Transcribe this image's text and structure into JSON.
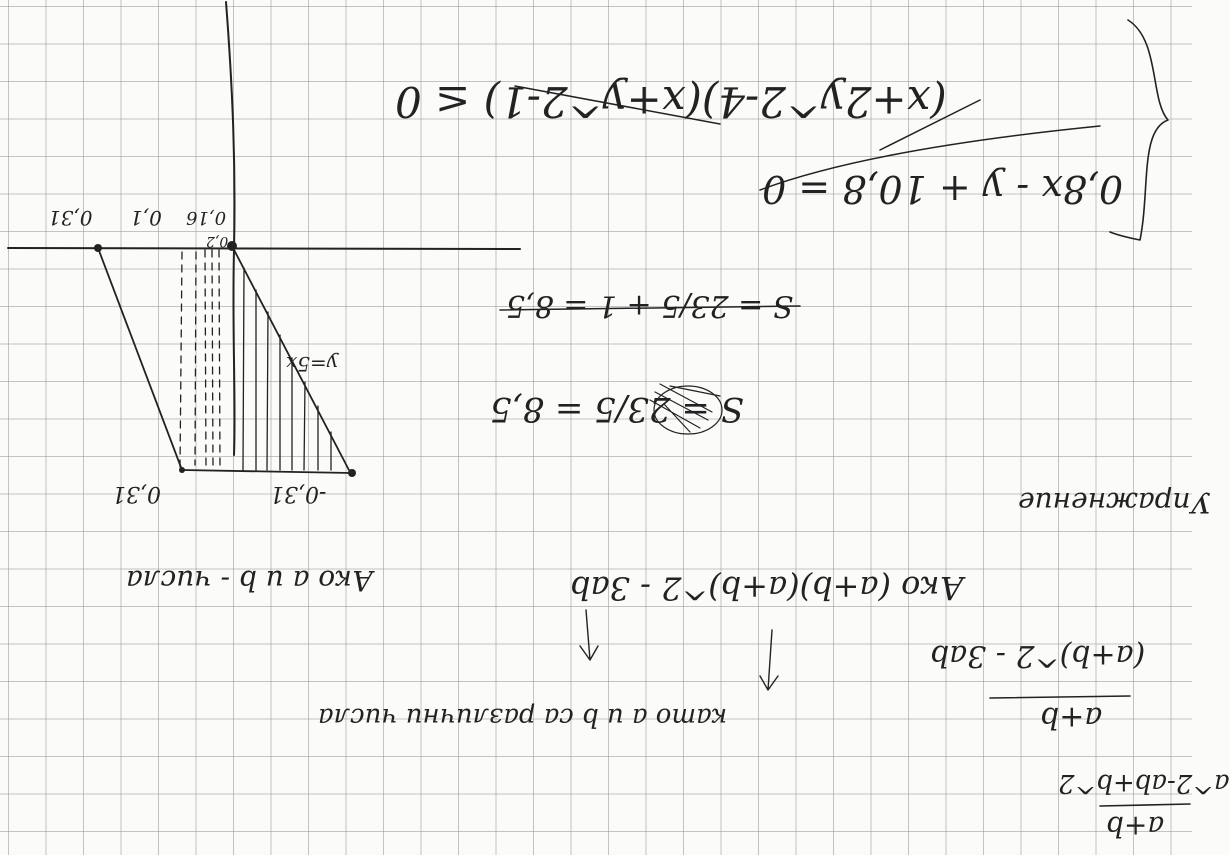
{
  "colors": {
    "paper": "#fbfbf9",
    "grid": "#969696",
    "ink": "#222222"
  },
  "graph": {
    "labels": [
      "0,31",
      "0,1",
      "0,16",
      "0,2",
      "y=5x",
      "-0,31",
      "0,31"
    ]
  },
  "notes": {
    "top_equation": "(x+2y^2-4)(x+y^2-1) ≤ 0",
    "line_equation": "0,8x - y + 10,8 = 0",
    "line1": "S = 23/5 + 1 = 8,5",
    "line2": "S = 23/5 = 8,5",
    "note": "Упражнение",
    "formula": "Ако (a+b)(a+b)^2 - 3ab",
    "comment": "Ако a и b - числа",
    "small_formula": "(a+b)^2 - 3ab",
    "fraction_top": "a+b",
    "bottom_text": "като a и b са различни числа",
    "corner_top": "a^2-ab+b^2",
    "corner_bottom": "a+b"
  }
}
